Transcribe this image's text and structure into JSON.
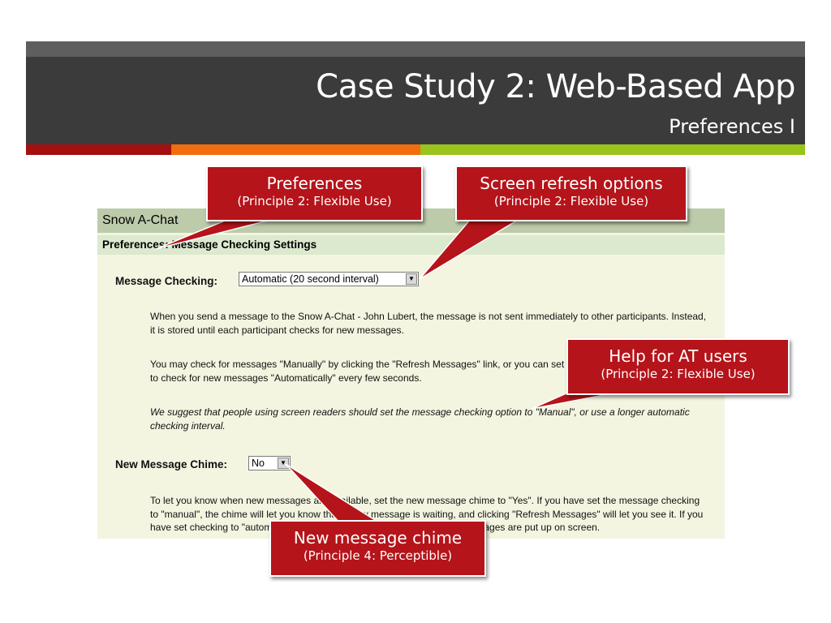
{
  "slide": {
    "title": "Case Study 2: Web-Based App",
    "subtitle": "Preferences I",
    "accent_colors": [
      "#a40f0f",
      "#f26d0d",
      "#9ac31c"
    ]
  },
  "app": {
    "title": "Snow A-Chat",
    "subtitle": "Preferences: Message Checking Settings",
    "message_checking": {
      "label": "Message Checking:",
      "selected": "Automatic (20 second interval)"
    },
    "paragraphs": [
      "When you send a message to the Snow A-Chat - John Lubert, the message is not sent immediately to other participants. Instead, it is stored until each participant checks for new messages.",
      "You may check for messages \"Manually\" by clicking the \"Refresh Messages\" link, or you can set the Snow A-Chat - John Lubert to check for new messages \"Automatically\" every few seconds.",
      "We suggest that people using screen readers should set the message checking option to \"Manual\", or use a longer automatic checking interval."
    ],
    "chime": {
      "label": "New Message Chime:",
      "selected": "No"
    },
    "chime_paragraph": "To let you know when new messages are available, set the new message chime to \"Yes\". If you have set the message checking to \"manual\", the chime will let you know that a new message is waiting, and clicking \"Refresh Messages\" will let you see it. If you have set checking to \"automatic\", the chime will let you know when new messages are put up on screen."
  },
  "callouts": [
    {
      "title": "Preferences",
      "subtitle": "(Principle 2: Flexible Use)"
    },
    {
      "title": "Screen refresh options",
      "subtitle": "(Principle 2: Flexible Use)"
    },
    {
      "title": "Help for AT users",
      "subtitle": "(Principle 2: Flexible Use)"
    },
    {
      "title": "New message chime",
      "subtitle": "(Principle 4: Perceptible)"
    }
  ],
  "callout_color": "#b5141a"
}
